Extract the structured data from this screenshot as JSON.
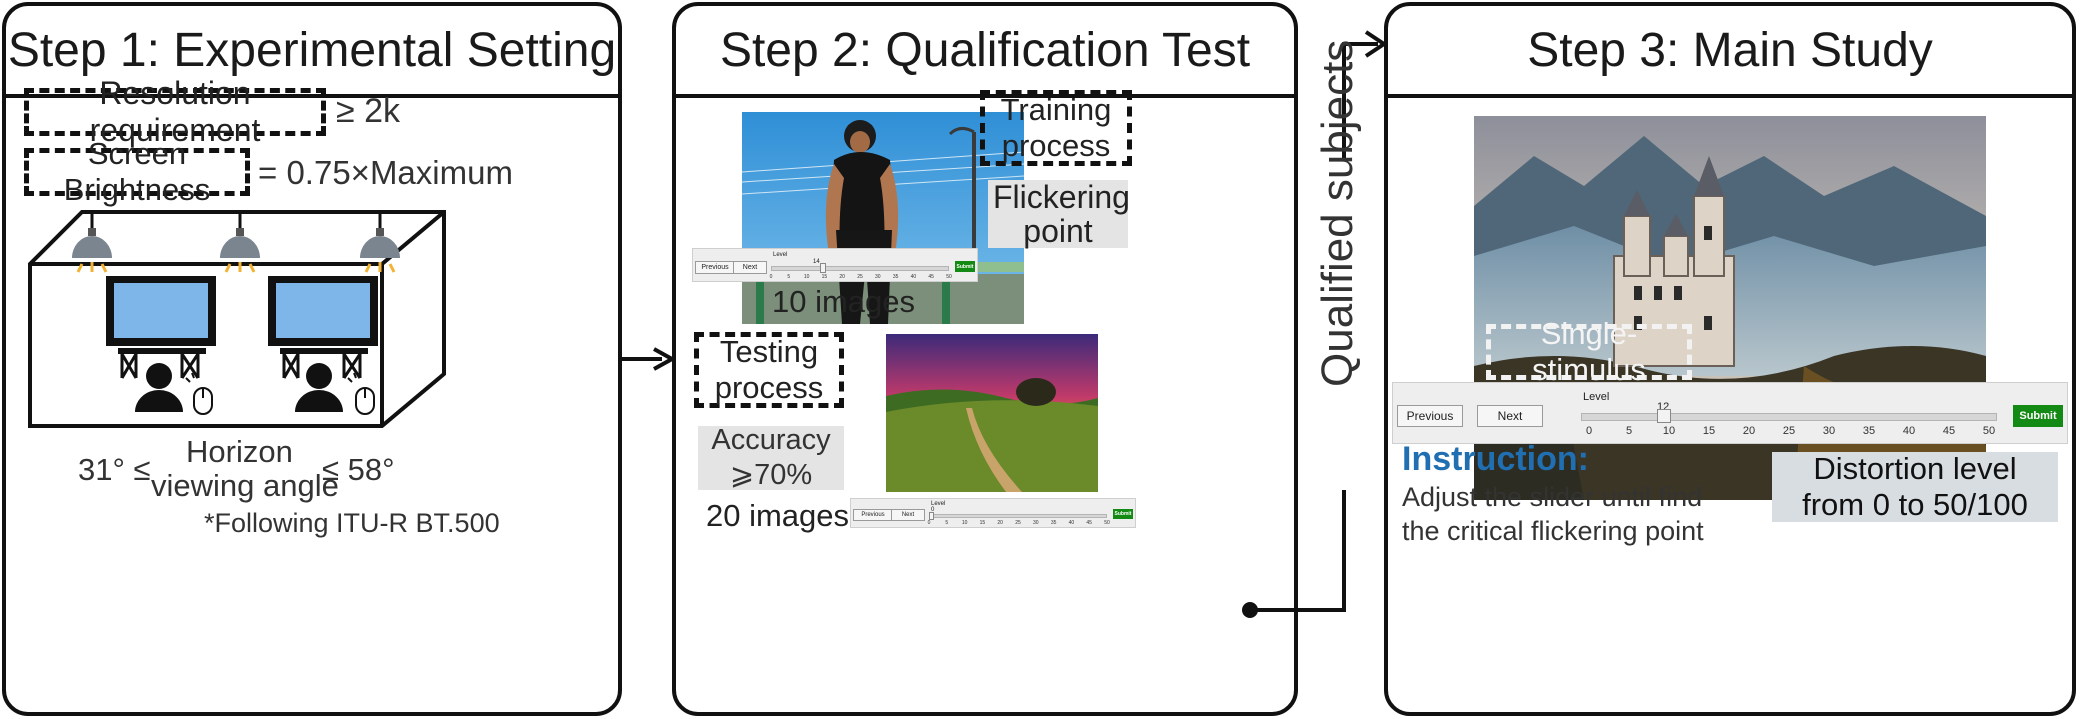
{
  "step1": {
    "title": "Step 1: Experimental Setting",
    "resolution_label": "Resolution requirement",
    "resolution_value": "≥ 2k",
    "brightness_label": "Screen Brightness",
    "brightness_value": "= 0.75×Maximum",
    "angle_low": "31° ≤",
    "angle_label_line1": "Horizon",
    "angle_label_line2": "viewing angle",
    "angle_high": "≤ 58°",
    "footnote": "*Following ITU-R BT.500"
  },
  "step2": {
    "title": "Step 2: Qualification Test",
    "training_label": "Training process",
    "flicker_label": "Flickering point",
    "training_count": "10 images",
    "testing_label": "Testing process",
    "accuracy_line1": "Accuracy",
    "accuracy_line2": "⩾70%",
    "testing_count": "20 images",
    "slider_training": {
      "prev": "Previous",
      "next": "Next",
      "level_label": "Level",
      "value": "14",
      "submit": "Submit",
      "ticks": [
        "0",
        "5",
        "10",
        "15",
        "20",
        "25",
        "30",
        "35",
        "40",
        "45",
        "50"
      ]
    },
    "slider_testing": {
      "prev": "Previous",
      "next": "Next",
      "level_label": "Level",
      "value": "0",
      "submit": "Submit",
      "ticks": [
        "0",
        "5",
        "10",
        "15",
        "20",
        "25",
        "30",
        "35",
        "40",
        "45",
        "50"
      ]
    }
  },
  "connector": {
    "label": "Qualified subjects"
  },
  "step3": {
    "title": "Step 3: Main Study",
    "stimulus_label": "Single-stimulus",
    "slider": {
      "prev": "Previous",
      "next": "Next",
      "level_label": "Level",
      "value": "12",
      "submit": "Submit",
      "ticks": [
        "0",
        "5",
        "10",
        "15",
        "20",
        "25",
        "30",
        "35",
        "40",
        "45",
        "50"
      ]
    },
    "instruction_title": "Instruction:",
    "instruction_line1": "Adjust the slider until find",
    "instruction_line2": "the critical flickering point",
    "distortion_line1": "Distortion level",
    "distortion_line2": "from 0 to 50/100"
  },
  "colors": {
    "screen": "#7fb6ea",
    "lamp": "#7b8590",
    "light": "#f2b233",
    "instruction": "#1f6fb2",
    "submit": "#138a13"
  }
}
